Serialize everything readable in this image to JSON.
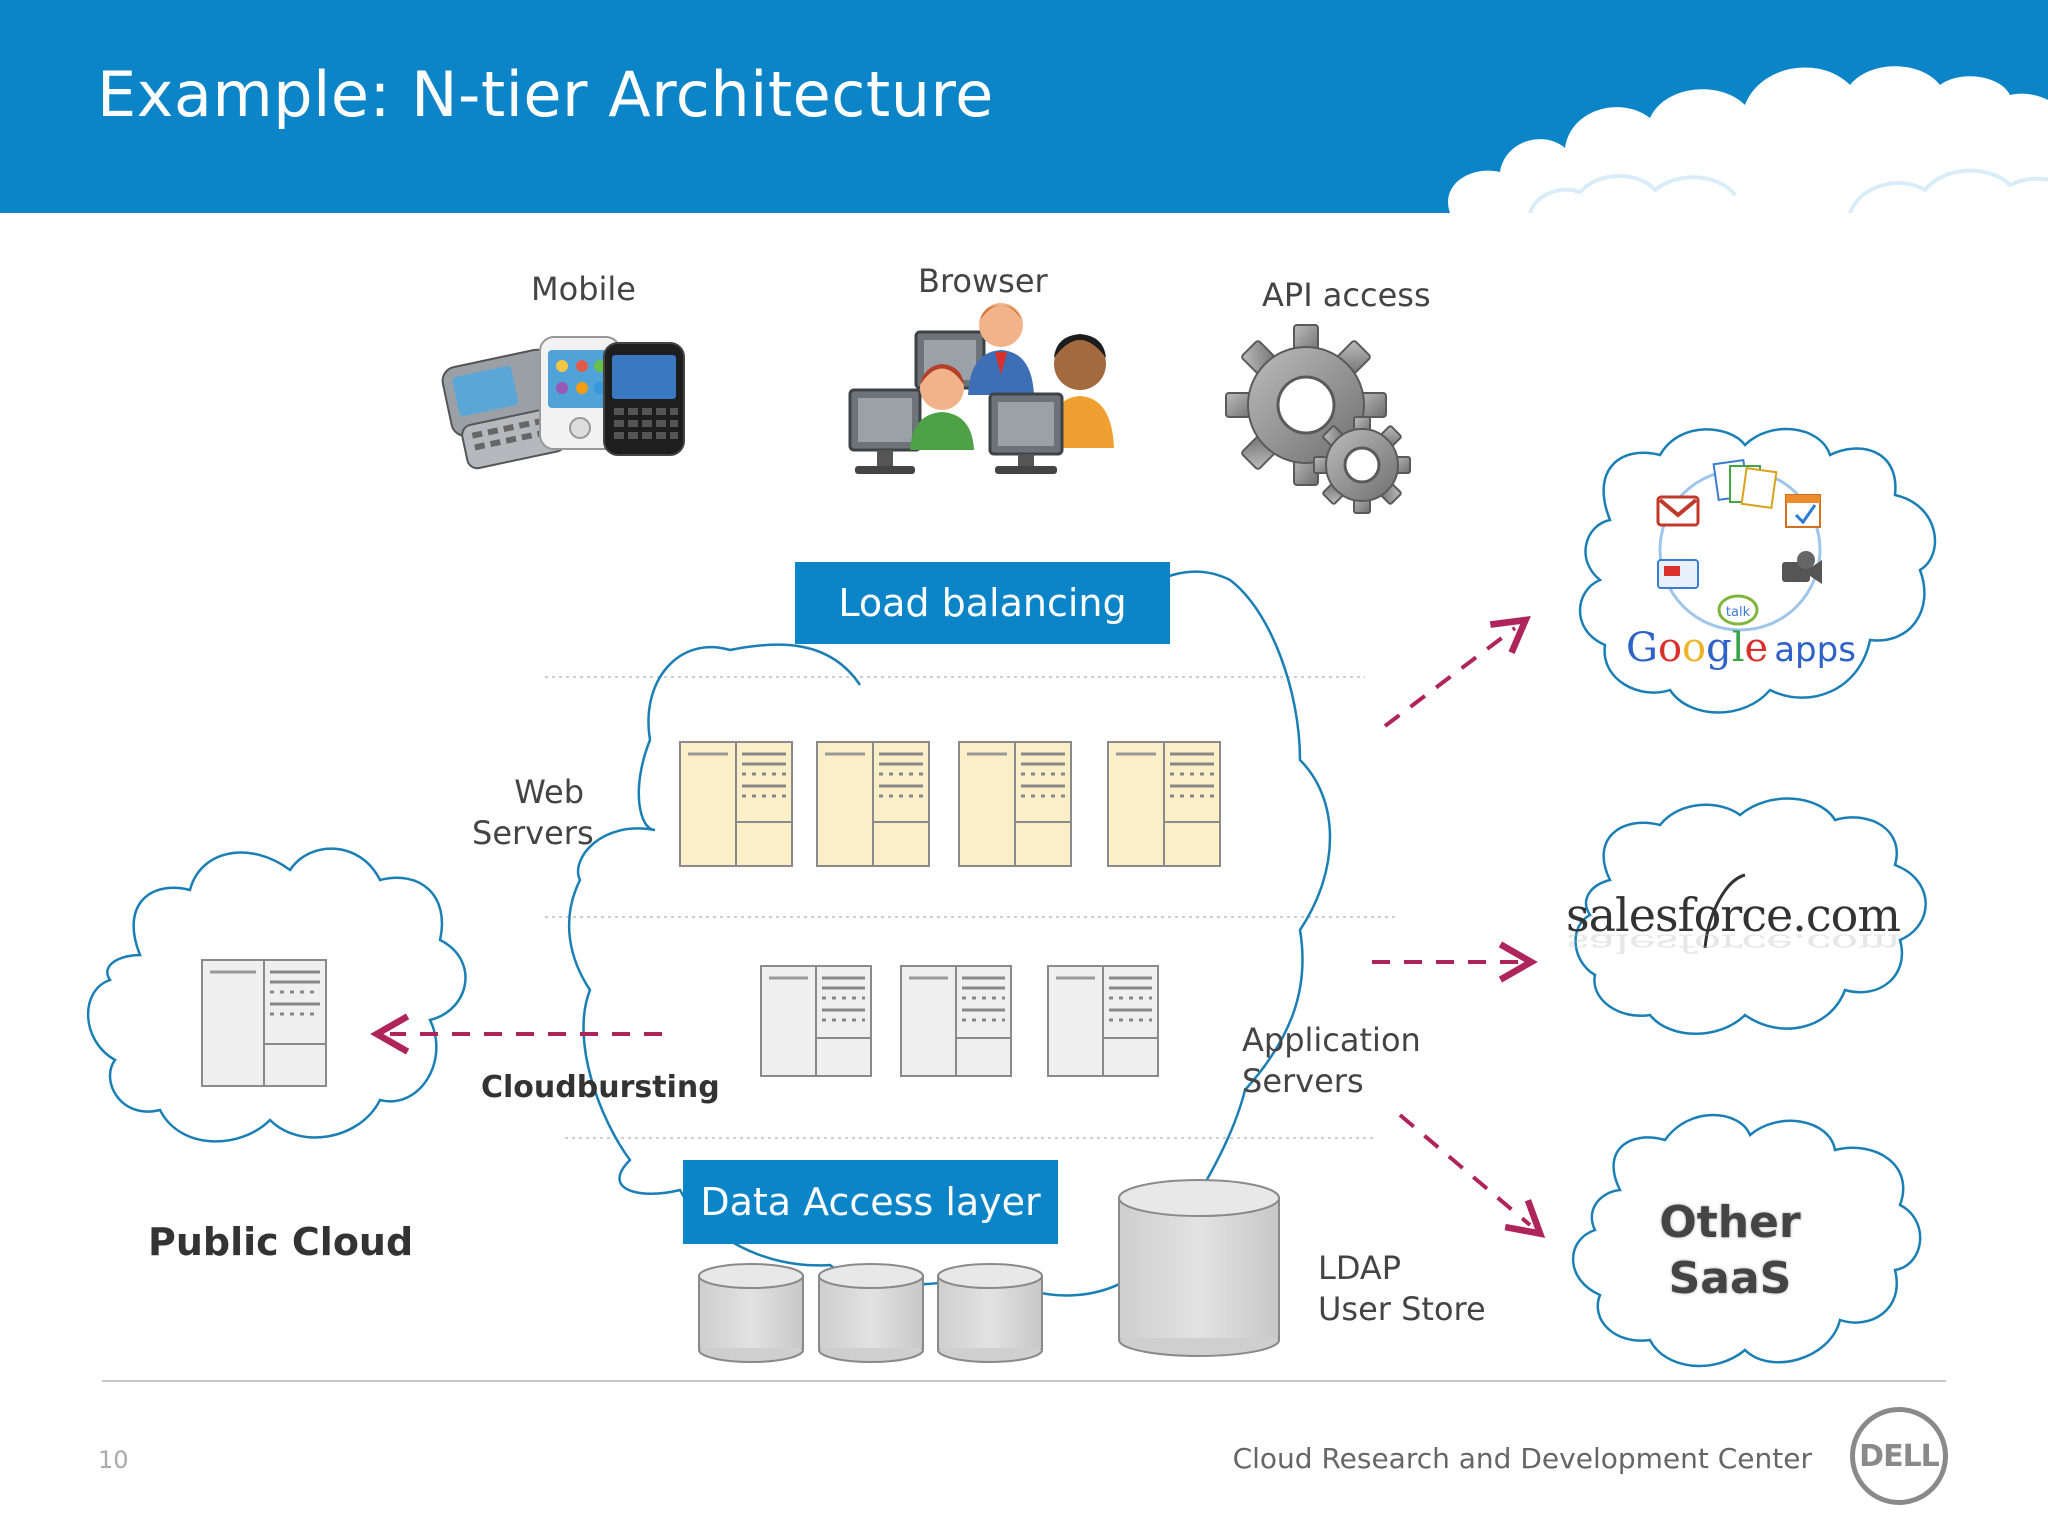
{
  "slide": {
    "title": "Example: N-tier Architecture",
    "page_number": "10",
    "footer": "Cloud Research and Development Center",
    "logo_text": "DELL"
  },
  "clients": {
    "mobile": "Mobile",
    "browser": "Browser",
    "api": "API access"
  },
  "tiers": {
    "load_balancing": "Load balancing",
    "web_servers": [
      "Web",
      "Servers"
    ],
    "app_servers": [
      "Application",
      "Servers"
    ],
    "data_access": "Data Access layer",
    "ldap": [
      "LDAP",
      "User Store"
    ]
  },
  "public_cloud": {
    "label": "Public Cloud",
    "cloudbursting": "Cloudbursting"
  },
  "saas": {
    "google": {
      "google": "Google",
      "apps": "apps",
      "talk": "talk"
    },
    "salesforce": "salesforce.com",
    "other": [
      "Other",
      "SaaS"
    ]
  },
  "colors": {
    "header_blue": "#0b85c8",
    "cloud_outline": "#1a7fb5",
    "arrow": "#b0245c",
    "web_server_fill": "#fbefc9",
    "app_server_fill": "#efefef"
  }
}
